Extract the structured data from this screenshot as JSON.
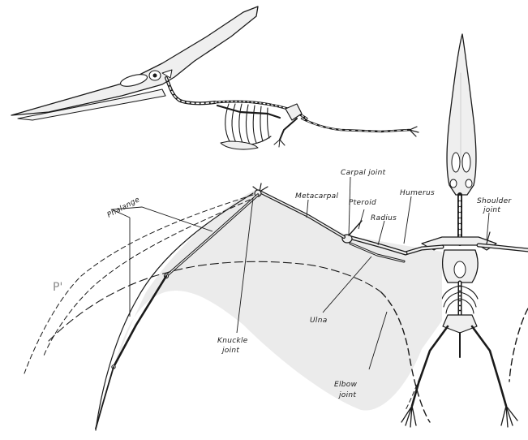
{
  "labels": {
    "carpal_joint": "Carpal joint",
    "metacarpal": "Metacarpal",
    "pteroid": "Pteroid",
    "humerus": "Humerus",
    "shoulder_1": "Shoulder",
    "shoulder_2": "joint",
    "radius": "Radius",
    "phalange": "Phalange",
    "p_prime": "P'",
    "ulna": "Ulna",
    "knuckle_1": "Knuckle",
    "knuckle_2": "joint",
    "elbow_1": "Elbow",
    "elbow_2": "joint"
  },
  "colors": {
    "ink": "#1a1a1a",
    "bone_fill": "#efefef",
    "membrane_fill": "#e6e6e6",
    "faint_label": "#888888"
  }
}
